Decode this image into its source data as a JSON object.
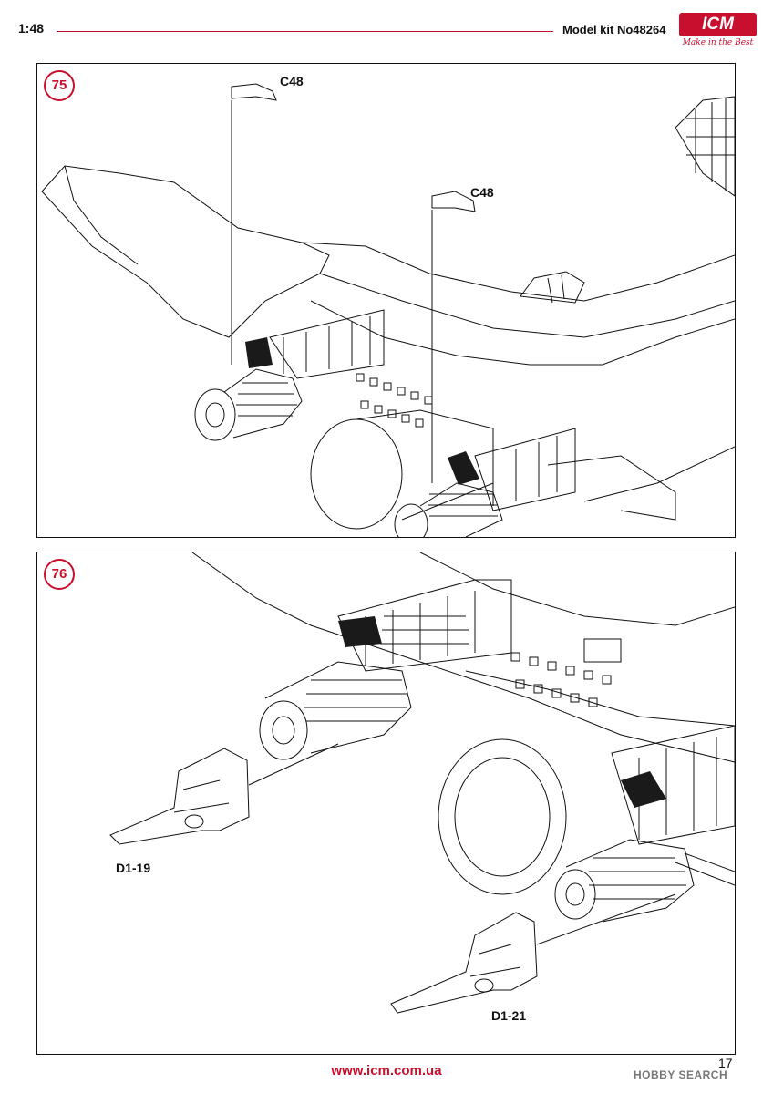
{
  "header": {
    "scale": "1:48",
    "model_kit": "Model kit No48264",
    "logo_text": "ICM",
    "logo_tagline": "Make in the Best"
  },
  "steps": [
    {
      "number": "75",
      "parts": [
        {
          "label": "C48"
        },
        {
          "label": "C48"
        }
      ]
    },
    {
      "number": "76",
      "parts": [
        {
          "label": "D1-19"
        },
        {
          "label": "D1-21"
        }
      ]
    }
  ],
  "footer": {
    "url": "www.icm.com.ua",
    "page_number": "17",
    "watermark": "HOBBY SEARCH"
  },
  "colors": {
    "accent": "#c8102e",
    "line": "#111111"
  }
}
